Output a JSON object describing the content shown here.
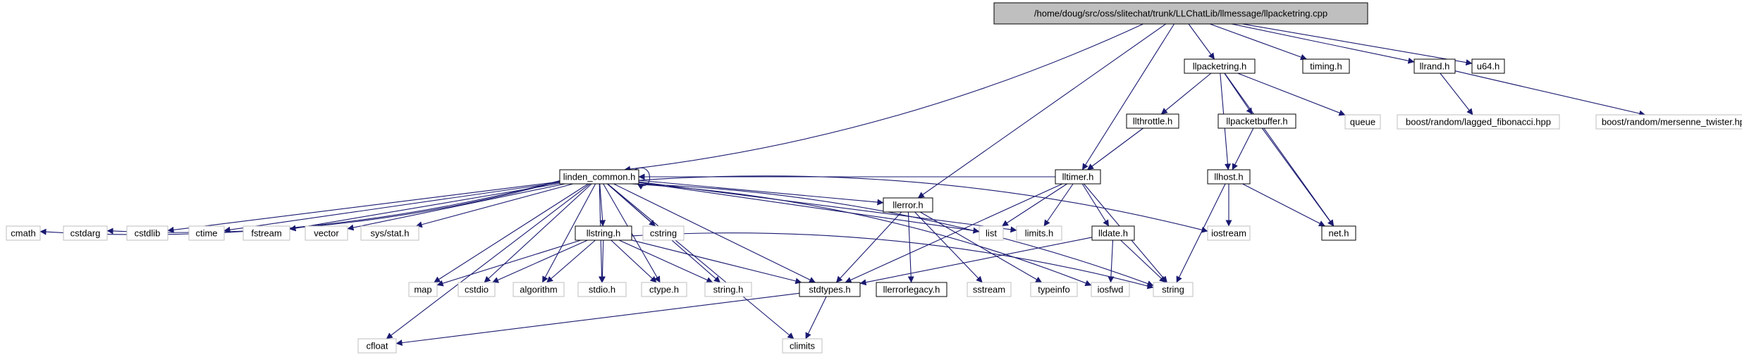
{
  "title": "/home/doug/src/oss/slitechat/trunk/LLChatLib/llmessage/llpacketring.cpp",
  "colors": {
    "edge": "#191970",
    "root_fill": "#bfbfbf",
    "node_border": "#000000",
    "system_border": "#bfbfbf"
  },
  "nodes": [
    {
      "id": "root",
      "label": "/home/doug/src/oss/slitechat/trunk/LLChatLib/llmessage/llpacketring.cpp",
      "kind": "root"
    },
    {
      "id": "linden_common",
      "label": "linden_common.h",
      "kind": "local"
    },
    {
      "id": "llerror",
      "label": "llerror.h",
      "kind": "local"
    },
    {
      "id": "lltimer",
      "label": "lltimer.h",
      "kind": "local"
    },
    {
      "id": "llpacketring_h",
      "label": "llpacketring.h",
      "kind": "local"
    },
    {
      "id": "timing",
      "label": "timing.h",
      "kind": "local"
    },
    {
      "id": "llrand",
      "label": "llrand.h",
      "kind": "local"
    },
    {
      "id": "u64",
      "label": "u64.h",
      "kind": "local"
    },
    {
      "id": "llthrottle",
      "label": "llthrottle.h",
      "kind": "local"
    },
    {
      "id": "llpacketbuffer",
      "label": "llpacketbuffer.h",
      "kind": "local"
    },
    {
      "id": "queue",
      "label": "queue",
      "kind": "system"
    },
    {
      "id": "boost_lagged",
      "label": "boost/random/lagged_fibonacci.hpp",
      "kind": "system"
    },
    {
      "id": "boost_mt",
      "label": "boost/random/mersenne_twister.hpp",
      "kind": "system"
    },
    {
      "id": "llhost",
      "label": "llhost.h",
      "kind": "local"
    },
    {
      "id": "net",
      "label": "net.h",
      "kind": "local"
    },
    {
      "id": "iostream",
      "label": "iostream",
      "kind": "system"
    },
    {
      "id": "lldate",
      "label": "lldate.h",
      "kind": "local"
    },
    {
      "id": "list",
      "label": "list",
      "kind": "system"
    },
    {
      "id": "limits",
      "label": "limits.h",
      "kind": "system"
    },
    {
      "id": "cmath",
      "label": "cmath",
      "kind": "system"
    },
    {
      "id": "cstdarg",
      "label": "cstdarg",
      "kind": "system"
    },
    {
      "id": "cstdlib",
      "label": "cstdlib",
      "kind": "system"
    },
    {
      "id": "ctime",
      "label": "ctime",
      "kind": "system"
    },
    {
      "id": "fstream",
      "label": "fstream",
      "kind": "system"
    },
    {
      "id": "vector",
      "label": "vector",
      "kind": "system"
    },
    {
      "id": "sysstat",
      "label": "sys/stat.h",
      "kind": "system"
    },
    {
      "id": "llstring",
      "label": "llstring.h",
      "kind": "local"
    },
    {
      "id": "cstring",
      "label": "cstring",
      "kind": "system"
    },
    {
      "id": "map",
      "label": "map",
      "kind": "system"
    },
    {
      "id": "cstdio",
      "label": "cstdio",
      "kind": "system"
    },
    {
      "id": "algorithm",
      "label": "algorithm",
      "kind": "system"
    },
    {
      "id": "stdio",
      "label": "stdio.h",
      "kind": "system"
    },
    {
      "id": "ctype",
      "label": "ctype.h",
      "kind": "system"
    },
    {
      "id": "string_h",
      "label": "string.h",
      "kind": "system"
    },
    {
      "id": "stdtypes",
      "label": "stdtypes.h",
      "kind": "local"
    },
    {
      "id": "llerrorlegacy",
      "label": "llerrorlegacy.h",
      "kind": "local"
    },
    {
      "id": "sstream",
      "label": "sstream",
      "kind": "system"
    },
    {
      "id": "typeinfo",
      "label": "typeinfo",
      "kind": "system"
    },
    {
      "id": "iosfwd",
      "label": "iosfwd",
      "kind": "system"
    },
    {
      "id": "string",
      "label": "string",
      "kind": "system"
    },
    {
      "id": "cfloat",
      "label": "cfloat",
      "kind": "system"
    },
    {
      "id": "climits",
      "label": "climits",
      "kind": "system"
    }
  ],
  "edges": [
    [
      "root",
      "linden_common"
    ],
    [
      "root",
      "llerror"
    ],
    [
      "root",
      "lltimer"
    ],
    [
      "root",
      "llpacketring_h"
    ],
    [
      "root",
      "timing"
    ],
    [
      "root",
      "llrand"
    ],
    [
      "root",
      "u64"
    ],
    [
      "llpacketring_h",
      "llthrottle"
    ],
    [
      "llpacketring_h",
      "llpacketbuffer"
    ],
    [
      "llpacketring_h",
      "queue"
    ],
    [
      "llpacketring_h",
      "llhost"
    ],
    [
      "llpacketring_h",
      "net"
    ],
    [
      "llrand",
      "boost_lagged"
    ],
    [
      "llrand",
      "boost_mt"
    ],
    [
      "llthrottle",
      "lltimer"
    ],
    [
      "llpacketbuffer",
      "llhost"
    ],
    [
      "llpacketbuffer",
      "net"
    ],
    [
      "llhost",
      "net"
    ],
    [
      "llhost",
      "iostream"
    ],
    [
      "llhost",
      "string"
    ],
    [
      "lltimer",
      "linden_common"
    ],
    [
      "lltimer",
      "stdtypes"
    ],
    [
      "lltimer",
      "list"
    ],
    [
      "lltimer",
      "limits"
    ],
    [
      "lltimer",
      "lldate"
    ],
    [
      "lltimer",
      "string"
    ],
    [
      "lldate",
      "iosfwd"
    ],
    [
      "lldate",
      "string"
    ],
    [
      "lldate",
      "stdtypes"
    ],
    [
      "linden_common",
      "linden_common"
    ],
    [
      "linden_common",
      "cmath"
    ],
    [
      "linden_common",
      "cstdarg"
    ],
    [
      "linden_common",
      "cstdlib"
    ],
    [
      "linden_common",
      "ctime"
    ],
    [
      "linden_common",
      "fstream"
    ],
    [
      "linden_common",
      "vector"
    ],
    [
      "linden_common",
      "sysstat"
    ],
    [
      "linden_common",
      "llstring"
    ],
    [
      "linden_common",
      "cstring"
    ],
    [
      "linden_common",
      "map"
    ],
    [
      "linden_common",
      "cstdio"
    ],
    [
      "linden_common",
      "algorithm"
    ],
    [
      "linden_common",
      "stdio"
    ],
    [
      "linden_common",
      "ctype"
    ],
    [
      "linden_common",
      "string_h"
    ],
    [
      "linden_common",
      "stdtypes"
    ],
    [
      "linden_common",
      "climits"
    ],
    [
      "linden_common",
      "cfloat"
    ],
    [
      "linden_common",
      "llerror"
    ],
    [
      "linden_common",
      "list"
    ],
    [
      "linden_common",
      "limits"
    ],
    [
      "linden_common",
      "iostream"
    ],
    [
      "linden_common",
      "string"
    ],
    [
      "linden_common",
      "iosfwd"
    ],
    [
      "llstring",
      "map"
    ],
    [
      "llstring",
      "cstdio"
    ],
    [
      "llstring",
      "algorithm"
    ],
    [
      "llstring",
      "stdio"
    ],
    [
      "llstring",
      "ctype"
    ],
    [
      "llstring",
      "string_h"
    ],
    [
      "llstring",
      "stdtypes"
    ],
    [
      "llstring",
      "string"
    ],
    [
      "llerror",
      "stdtypes"
    ],
    [
      "llerror",
      "llerrorlegacy"
    ],
    [
      "llerror",
      "sstream"
    ],
    [
      "llerror",
      "typeinfo"
    ],
    [
      "stdtypes",
      "cfloat"
    ],
    [
      "stdtypes",
      "climits"
    ]
  ]
}
